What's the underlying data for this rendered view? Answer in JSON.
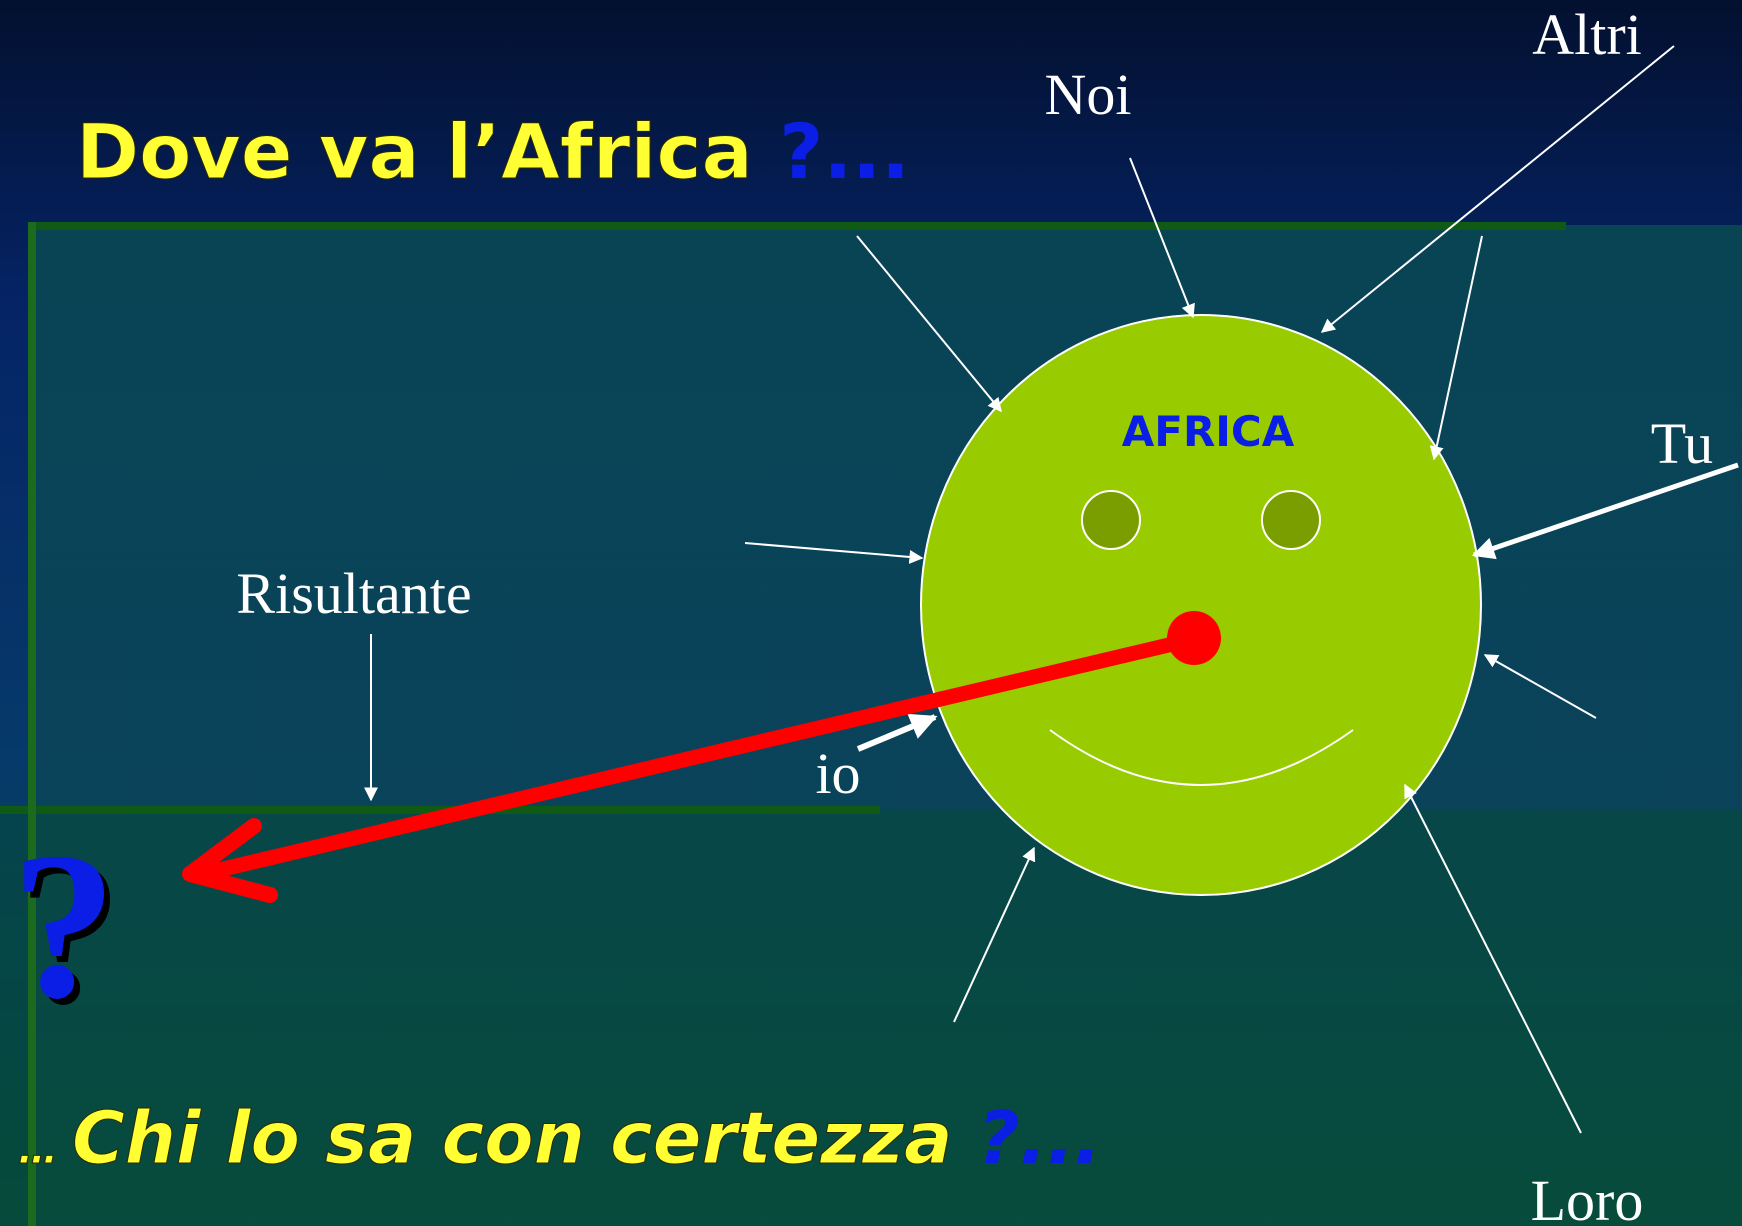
{
  "slide": {
    "title": "Dove va l’Africa ",
    "title_qmark": "?",
    "title_dots": "...",
    "subtitle_prefix": "… ",
    "subtitle": "Chi lo sa con certezza ",
    "subtitle_qmark": "?",
    "subtitle_dots": "...",
    "big_question_mark": "?"
  },
  "labels": {
    "noi": "Noi",
    "altri": "Altri",
    "tu": "Tu",
    "loro": "Loro",
    "io": "io",
    "risultante": "Risultante",
    "africa": "AFRICA"
  },
  "colors": {
    "title_yellow": "#FFFF33",
    "question_blue": "#0A1EE6",
    "face_green": "#99CC00",
    "eye_green": "#7A9E00",
    "resultant_red": "#FF0000",
    "label_white": "#FFFFFF",
    "frame_green": "#0F5A14"
  }
}
